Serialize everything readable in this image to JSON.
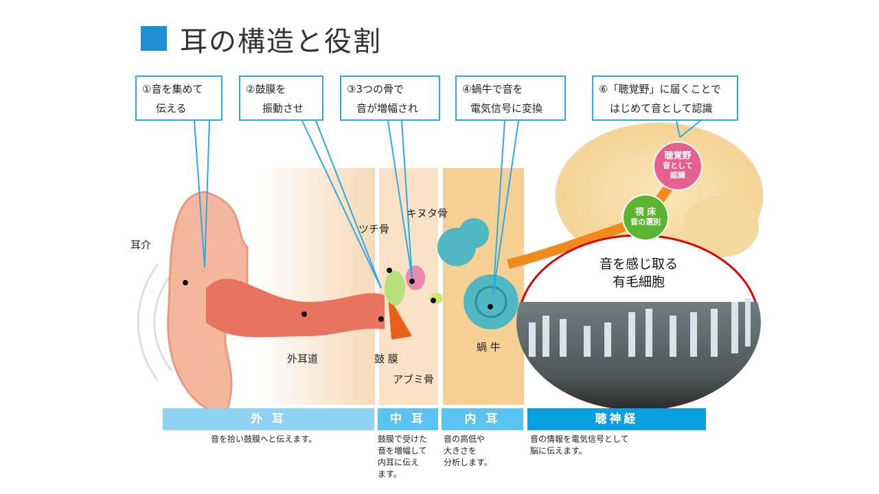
{
  "title": "耳の構造と役割",
  "callouts": [
    {
      "line1": "①音を集めて",
      "line2": "伝える"
    },
    {
      "line1": "②鼓膜を",
      "line2": "振動させ"
    },
    {
      "line1": "③3つの骨で",
      "line2": "音が増幅され"
    },
    {
      "line1": "④蝸牛で音を",
      "line2": "電気信号に変換"
    },
    {
      "line1": "⑥「聴覚野」に届くことで",
      "line2": "はじめて音として認識"
    }
  ],
  "labels": {
    "pinna": "耳介",
    "ear_canal": "外耳道",
    "eardrum": "鼓 膜",
    "malleus": "ツチ骨",
    "incus": "キヌタ骨",
    "stapes": "アブミ骨",
    "cochlea": "蝸 牛"
  },
  "brain": {
    "auditory_cortex": {
      "title": "聴覚野",
      "sub1": "音として",
      "sub2": "認識"
    },
    "thalamus": {
      "title": "視 床",
      "sub": "音の選別"
    }
  },
  "hair_cells": {
    "line1": "音を感じ取る",
    "line2": "有毛細胞"
  },
  "sections": [
    {
      "name": "外 耳",
      "desc": [
        "音を拾い鼓膜へと伝えます。"
      ],
      "color": "#8fd3f4"
    },
    {
      "name": "中 耳",
      "desc": [
        "鼓膜で受けた",
        "音を増幅して",
        "内耳に伝え",
        "ます。"
      ],
      "color": "#5bc3ef"
    },
    {
      "name": "内 耳",
      "desc": [
        "音の高低や",
        "大きさを",
        "分析します。"
      ],
      "color": "#5bc3ef"
    },
    {
      "name": "聴神経",
      "desc": [
        "音の情報を電気信号として",
        "脳に伝えます。"
      ],
      "color": "#0aa0e0"
    }
  ]
}
